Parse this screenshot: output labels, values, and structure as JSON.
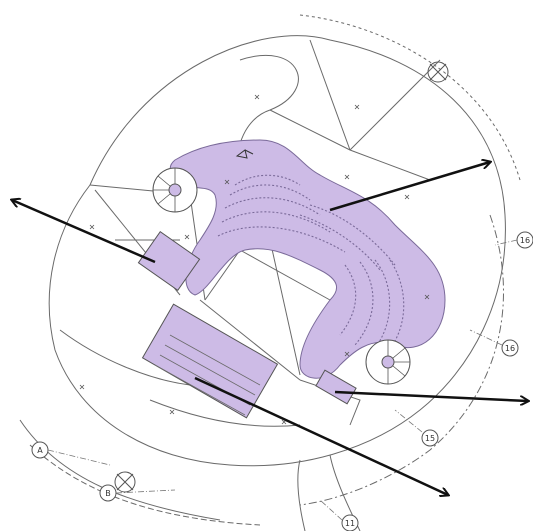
{
  "colors": {
    "paper": "#ffffff",
    "line": "#6a6a6a",
    "shade": "#cdbbe6",
    "shade_stroke": "#7a6a99",
    "arrow": "#111111"
  },
  "grid_labels": {
    "a": "A",
    "b": "B",
    "n11": "11",
    "n15": "15",
    "n16": "16",
    "n16b": "16"
  },
  "icons": [
    "north-arrow-icon",
    "arrow-icon",
    "tree-icon"
  ]
}
